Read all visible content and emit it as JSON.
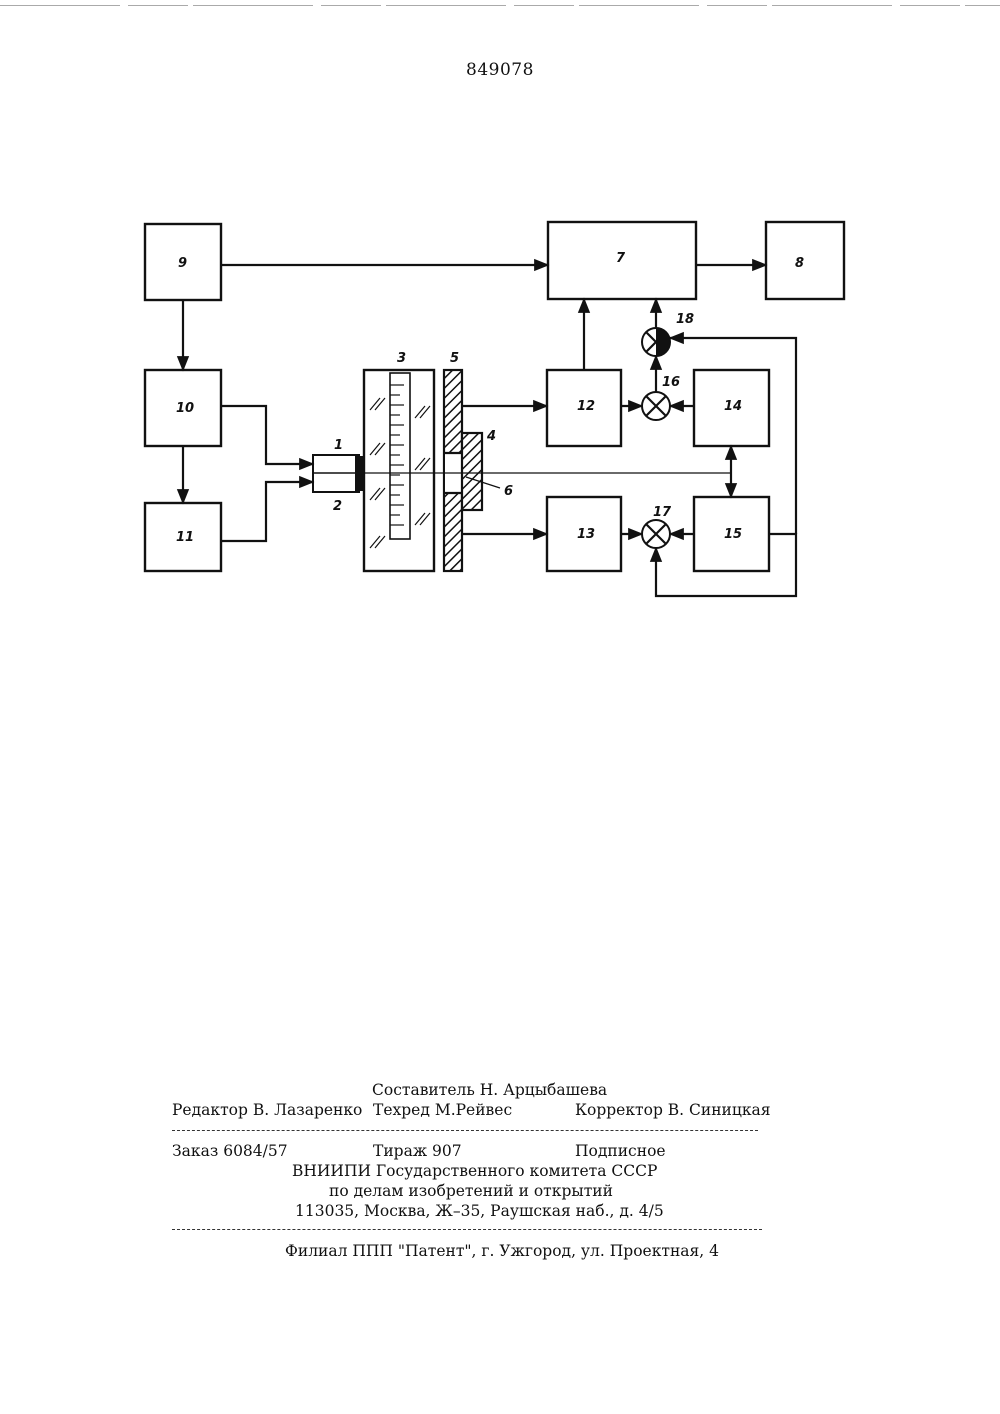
{
  "page_number": "849078",
  "diagram": {
    "labels": {
      "b1": "1",
      "b2": "2",
      "b3": "3",
      "b4": "4",
      "b5": "5",
      "b6": "6",
      "b7": "7",
      "b8": "8",
      "b9": "9",
      "b10": "10",
      "b11": "11",
      "b12": "12",
      "b13": "13",
      "b14": "14",
      "b15": "15",
      "b16": "16",
      "b17": "17",
      "b18": "18"
    }
  },
  "imprint": {
    "compiler": "Составитель Н. Арцыбашева",
    "editor": "Редактор В. Лазаренко",
    "techred": "Техред  М.Рейвес",
    "corrector": "Корректор В. Синицкая",
    "order": "Заказ 6084/57",
    "circulation": "Тираж 907",
    "subscription": "Подписное",
    "org_line1": "ВНИИПИ Государственного комитета СССР",
    "org_line2": "по делам изобретений и открытий",
    "address": "113035, Москва, Ж–35, Раушская наб., д. 4/5",
    "branch": "Филиал ППП \"Патент\", г. Ужгород, ул. Проектная, 4"
  }
}
